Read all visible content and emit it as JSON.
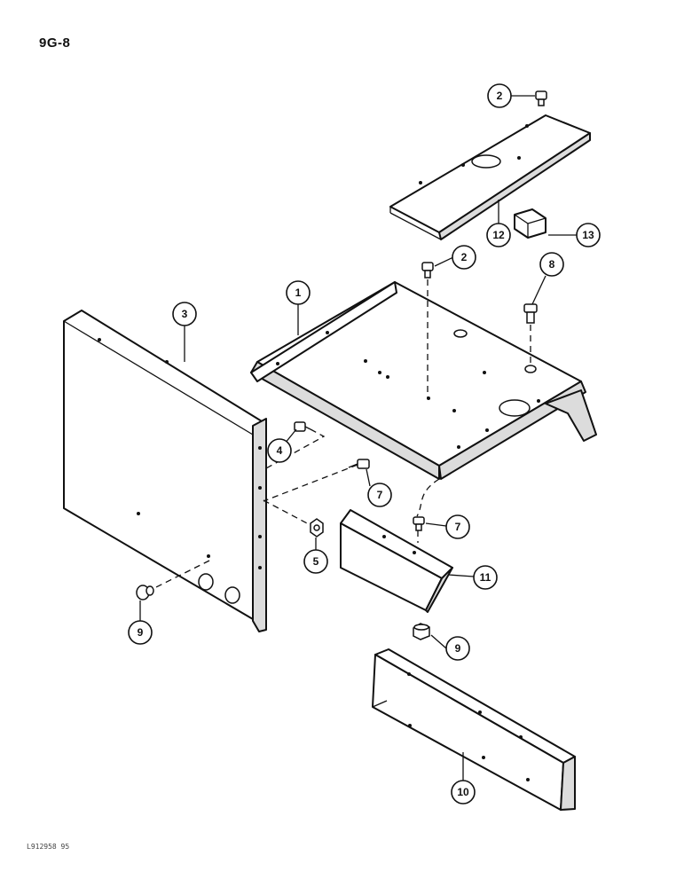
{
  "page_number": "9G-8",
  "drawing_code": "L912958 95",
  "callouts": {
    "c1": "1",
    "c2a": "2",
    "c2b": "2",
    "c3": "3",
    "c4": "4",
    "c5": "5",
    "c7a": "7",
    "c7b": "7",
    "c8": "8",
    "c9a": "9",
    "c9b": "9",
    "c10": "10",
    "c11": "11",
    "c12": "12",
    "c13": "13"
  }
}
